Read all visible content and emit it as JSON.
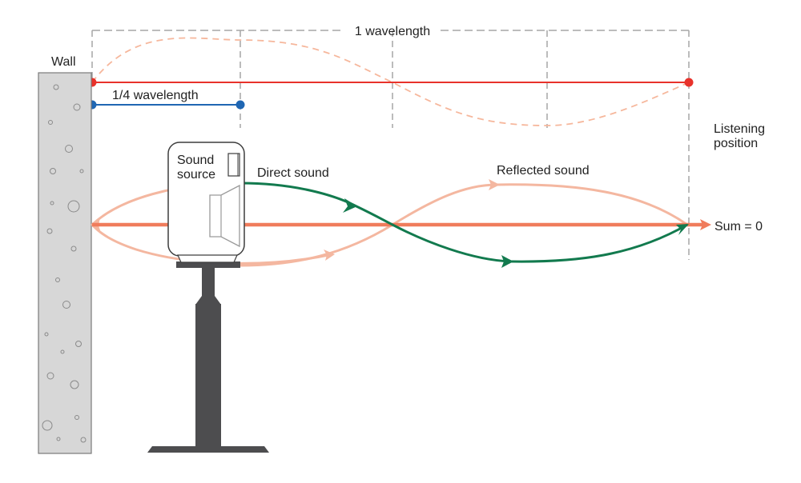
{
  "labels": {
    "wall": "Wall",
    "one_wavelength": "1 wavelength",
    "quarter_wavelength": "1/4 wavelength",
    "listening_position_line1": "Listening",
    "listening_position_line2": "position",
    "sound_source_line1": "Sound",
    "sound_source_line2": "source",
    "direct_sound": "Direct sound",
    "reflected_sound": "Reflected sound",
    "sum": "Sum = 0"
  },
  "colors": {
    "full_wavelength_marker": "#e8322b",
    "quarter_wavelength_marker": "#1f66b3",
    "direct_sound": "#127a4e",
    "reflected_sound": "#f4b7a0",
    "sum_line": "#f07c5c",
    "wall": "#d7d7d7",
    "stand": "#4d4d4f",
    "guide_dash": "#a6a6a6"
  }
}
